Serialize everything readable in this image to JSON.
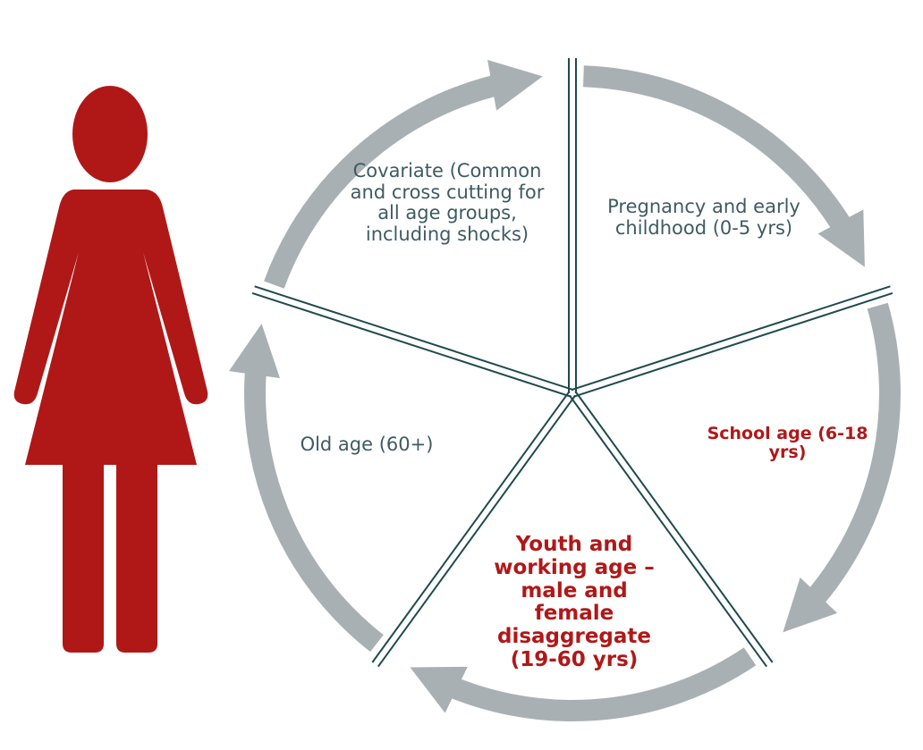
{
  "colors": {
    "person_fill": "#b01818",
    "cycle_arrow": "#a9b0b3",
    "segment_line": "#1e4a4e",
    "plain_text": "#3e5b63",
    "accent_text": "#b01818"
  },
  "icons": {
    "person": "woman-silhouette-icon",
    "arrows": "circular-cycle-arrow"
  },
  "segments": {
    "covariate": "Covariate (Common and cross cutting for all age groups, including shocks)",
    "pregnancy": "Pregnancy and early childhood (0-5 yrs)",
    "school": "School age (6-18 yrs)",
    "youth": "Youth and working age – male and female disaggregate (19-60 yrs)",
    "old_age": "Old age (60+)"
  }
}
